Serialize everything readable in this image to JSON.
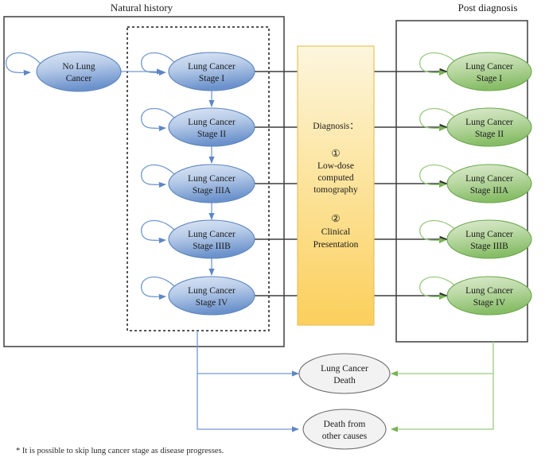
{
  "sections": {
    "natural_history": {
      "title": "Natural history"
    },
    "post_diagnosis": {
      "title": "Post diagnosis"
    }
  },
  "natural_history_nodes": [
    {
      "id": "no-lung-cancer",
      "line1": "No Lung",
      "line2": "Cancer"
    },
    {
      "id": "stage-1",
      "line1": "Lung Cancer",
      "line2": "Stage I"
    },
    {
      "id": "stage-2",
      "line1": "Lung Cancer",
      "line2": "Stage II"
    },
    {
      "id": "stage-3a",
      "line1": "Lung Cancer",
      "line2": "Stage IIIA"
    },
    {
      "id": "stage-3b",
      "line1": "Lung Cancer",
      "line2": "Stage IIIB"
    },
    {
      "id": "stage-4",
      "line1": "Lung Cancer",
      "line2": "Stage IV"
    }
  ],
  "post_diagnosis_nodes": [
    {
      "id": "pd-stage-1",
      "line1": "Lung Cancer",
      "line2": "Stage I"
    },
    {
      "id": "pd-stage-2",
      "line1": "Lung Cancer",
      "line2": "Stage II"
    },
    {
      "id": "pd-stage-3a",
      "line1": "Lung Cancer",
      "line2": "Stage IIIA"
    },
    {
      "id": "pd-stage-3b",
      "line1": "Lung Cancer",
      "line2": "Stage IIIB"
    },
    {
      "id": "pd-stage-4",
      "line1": "Lung Cancer",
      "line2": "Stage IV"
    }
  ],
  "diagnosis_panel": {
    "heading": "Diagnosis：",
    "method_1_marker": "①",
    "method_1_line1": "Low-dose",
    "method_1_line2": "computed",
    "method_1_line3": "tomography",
    "method_2_marker": "②",
    "method_2_line1": "Clinical",
    "method_2_line2": "Presentation"
  },
  "outcome_nodes": [
    {
      "id": "lung-cancer-death",
      "line1": "Lung Cancer",
      "line2": "Death"
    },
    {
      "id": "death-other-causes",
      "line1": "Death from",
      "line2": "other causes"
    }
  ],
  "footnote": {
    "text": "* It is possible to skip lung cancer stage as disease progresses."
  },
  "colors": {
    "blue_fill_light": "#d5e1f2",
    "blue_fill_dark": "#6e94cd",
    "blue_stroke": "#5b84bd",
    "green_fill_light": "#d6e8c6",
    "green_fill_dark": "#8bc06b",
    "green_stroke": "#6aa84f",
    "gray_fill": "#f2f2f2",
    "gray_stroke": "#6b6b6b",
    "yellow_fill_light": "#fdf3d2",
    "yellow_fill_dark": "#fcd15f",
    "yellow_stroke": "#e8c15a",
    "box_stroke": "#4a4a4a",
    "blue_arrow": "#7399d0",
    "green_arrow": "#9ccb82",
    "black_arrow": "#3d3d3d"
  }
}
